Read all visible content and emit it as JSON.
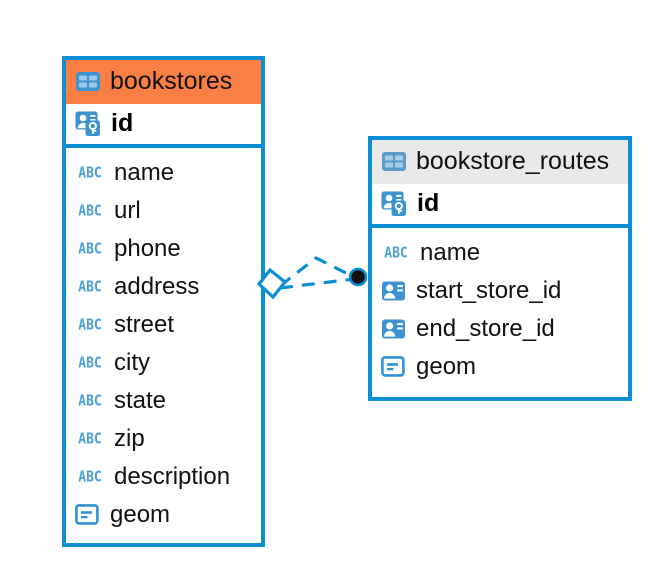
{
  "diagram": {
    "type": "entity-relationship-diagram",
    "colors": {
      "border": "#0a8fd4",
      "header_accent": "#f97f45",
      "header_neutral": "#e9e9e9",
      "icon_blue": "#4a9fd8",
      "connector": "#0a8fd4",
      "background": "#ffffff"
    },
    "tables": [
      {
        "name": "bookstores",
        "header_style": "accent",
        "table_icon": "table-grid-icon",
        "primary_key": {
          "label": "id",
          "icon": "primary-key-icon"
        },
        "fields": [
          {
            "label": "name",
            "icon": "abc-text-icon"
          },
          {
            "label": "url",
            "icon": "abc-text-icon"
          },
          {
            "label": "phone",
            "icon": "abc-text-icon"
          },
          {
            "label": "address",
            "icon": "abc-text-icon"
          },
          {
            "label": "street",
            "icon": "abc-text-icon"
          },
          {
            "label": "city",
            "icon": "abc-text-icon"
          },
          {
            "label": "state",
            "icon": "abc-text-icon"
          },
          {
            "label": "zip",
            "icon": "abc-text-icon"
          },
          {
            "label": "description",
            "icon": "abc-text-icon"
          },
          {
            "label": "geom",
            "icon": "geometry-icon"
          }
        ]
      },
      {
        "name": "bookstore_routes",
        "header_style": "neutral",
        "table_icon": "table-grid-icon",
        "primary_key": {
          "label": "id",
          "icon": "primary-key-icon"
        },
        "fields": [
          {
            "label": "name",
            "icon": "abc-text-icon"
          },
          {
            "label": "start_store_id",
            "icon": "foreign-key-icon"
          },
          {
            "label": "end_store_id",
            "icon": "foreign-key-icon"
          },
          {
            "label": "geom",
            "icon": "geometry-icon"
          }
        ]
      }
    ],
    "relationship": {
      "from_table": "bookstores",
      "to_table": "bookstore_routes",
      "from_marker": "diamond-marker",
      "to_marker": "filled-circle-marker",
      "line_style": "dashed"
    }
  }
}
